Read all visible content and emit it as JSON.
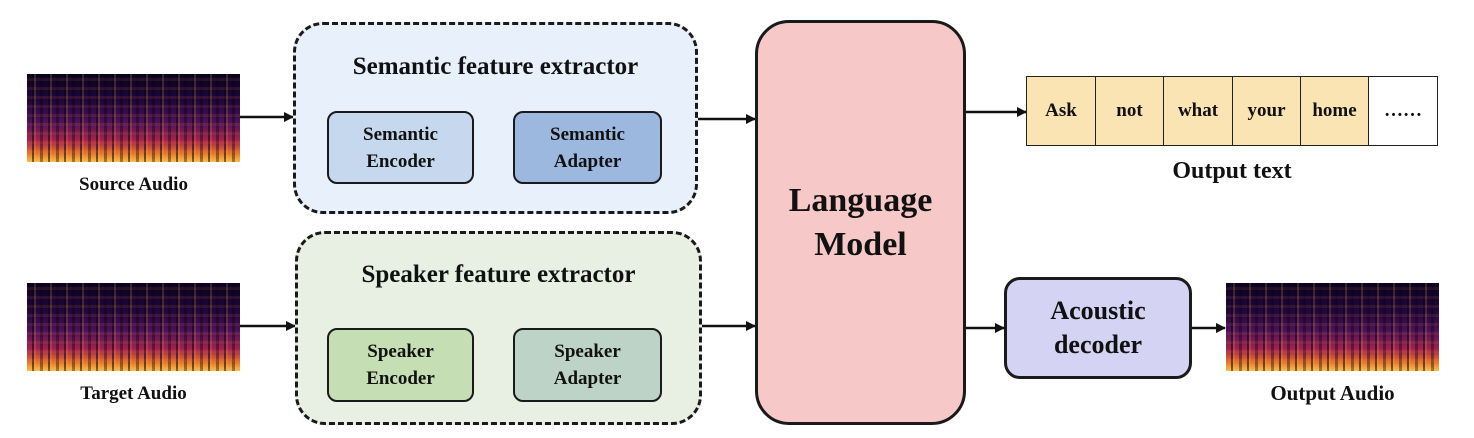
{
  "source_audio": {
    "label": "Source Audio"
  },
  "target_audio": {
    "label": "Target Audio"
  },
  "semantic_extractor": {
    "title": "Semantic feature extractor",
    "encoder_line1": "Semantic",
    "encoder_line2": "Encoder",
    "adapter_line1": "Semantic",
    "adapter_line2": "Adapter"
  },
  "speaker_extractor": {
    "title": "Speaker feature extractor",
    "encoder_line1": "Speaker",
    "encoder_line2": "Encoder",
    "adapter_line1": "Speaker",
    "adapter_line2": "Adapter"
  },
  "language_model": {
    "line1": "Language",
    "line2": "Model"
  },
  "acoustic_decoder": {
    "line1": "Acoustic",
    "line2": "decoder"
  },
  "output_text": {
    "label": "Output text",
    "tokens": [
      "Ask",
      "not",
      "what",
      "your",
      "home",
      "……"
    ]
  },
  "output_audio": {
    "label": "Output Audio"
  },
  "colors": {
    "semantic_group_bg": "#e8f0fc",
    "semantic_encoder": "#c5d8ee",
    "semantic_adapter": "#9cb8de",
    "speaker_group_bg": "#e7f0e3",
    "speaker_encoder": "#c5deb4",
    "speaker_adapter": "#bed3c7",
    "language_model": "#f6c9c8",
    "acoustic_decoder": "#d4d3f3",
    "token_bg": "#fbe4b4"
  }
}
